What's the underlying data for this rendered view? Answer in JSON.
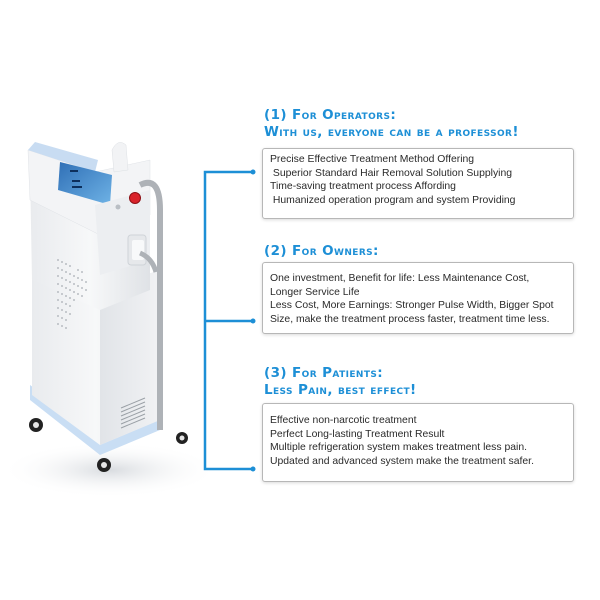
{
  "colors": {
    "accent": "#1d8fd6",
    "box_border": "#b7b7b7",
    "text": "#2a2a2a",
    "machine_blue": "#c7dcf2",
    "screen_blue": "#3d86c8",
    "button_red": "#d9232b"
  },
  "product_image": {
    "label": "diode laser hair removal machine",
    "icons": [
      "touch-screen",
      "red-emergency-button",
      "handpiece",
      "cable-hose",
      "wheels"
    ]
  },
  "sections": [
    {
      "heading_line1": "(1) For Operators:",
      "heading_line2": "With us, everyone can be a professor!",
      "lines": [
        "Precise Effective Treatment Method Offering",
        " Superior Standard Hair Removal Solution Supplying",
        "Time-saving treatment process Affording",
        " Humanized operation program and system Providing"
      ]
    },
    {
      "heading_line1": "(2) For Owners:",
      "lines": [
        "One investment, Benefit for life: Less Maintenance Cost,",
        "Longer Service Life",
        "Less Cost, More Earnings: Stronger Pulse Width, Bigger Spot",
        "Size, make the treatment process faster, treatment time less."
      ]
    },
    {
      "heading_line1": "(3) For Patients:",
      "heading_line2": "Less Pain, best effect!",
      "lines": [
        "Effective non-narcotic treatment",
        "Perfect Long-lasting Treatment Result",
        "Multiple refrigeration system makes treatment less pain.",
        "Updated and advanced system make the treatment safer."
      ]
    }
  ]
}
